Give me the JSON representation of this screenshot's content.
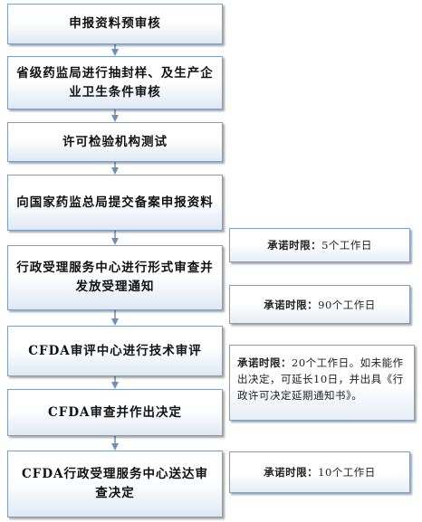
{
  "steps": [
    {
      "label": "申报资料预审核"
    },
    {
      "label": "省级药监局进行抽封样、及生产企业卫生条件审核"
    },
    {
      "label": "许可检验机构测试"
    },
    {
      "label": "向国家药监总局提交备案申报资料"
    },
    {
      "label": "行政受理服务中心进行形式审查并发放受理通知"
    },
    {
      "label": "CFDA审评中心进行技术审评"
    },
    {
      "label": "CFDA审查并作出决定"
    },
    {
      "label": "CFDA行政受理服务中心送达审查决定"
    }
  ],
  "notes": [
    {
      "label": "承诺时限：",
      "text": "5个工作日"
    },
    {
      "label": "承诺时限：",
      "text": "90个工作日"
    },
    {
      "label": "承诺时限：",
      "text": "20个工作日。如未能作出决定，可延长10日，并出具《行政许可决定延期通知书》。"
    },
    {
      "label": "承诺时限：",
      "text": "10个工作日"
    }
  ]
}
